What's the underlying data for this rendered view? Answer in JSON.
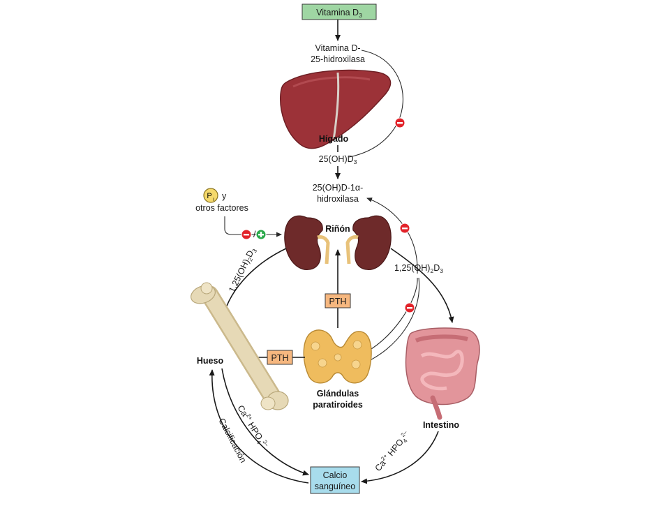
{
  "top_box": {
    "label": "Vitamina D",
    "sub": "3"
  },
  "liver": {
    "enzyme_line1": "Vitamina D-",
    "enzyme_line2": "25-hidroxilasa",
    "organ_label": "Hígado",
    "product_main": "25(OH)D",
    "product_sub": "3"
  },
  "kidney": {
    "enzyme_line1": "25(OH)D-1α-",
    "enzyme_line2": "hidroxilasa",
    "organ_label": "Riñón",
    "modulator_pi_main": "P",
    "modulator_pi_sub": "i",
    "modulator_y": "y",
    "modulator_line2": "otros factores"
  },
  "calcitriol_left": {
    "a": "1,25(OH)",
    "b": "2",
    "c": "D",
    "d": "3"
  },
  "calcitriol_right": {
    "a": "1,25(OH)",
    "b": "2",
    "c": "D",
    "d": "3"
  },
  "pth_upper": "PTH",
  "pth_left": "PTH",
  "parathyroid": {
    "line1": "Glándulas",
    "line2": "paratiroides"
  },
  "bone_label": "Hueso",
  "intestine_label": "Intestino",
  "blood_box": {
    "line1": "Calcio",
    "line2": "sanguíneo"
  },
  "bone_ions": {
    "ca": "Ca",
    "ca_sup": "2+",
    "hpo": "HPO",
    "hpo_sub": "4",
    "hpo_sup": "2–"
  },
  "calcification_label": "Calcificación",
  "intestine_ions": {
    "ca": "Ca",
    "ca_sup": "2+",
    "hpo": "HPO",
    "hpo_sub": "4",
    "hpo_sup": "2–"
  },
  "colors": {
    "top_box_fill": "#9fd6a3",
    "pth_fill": "#f6b77f",
    "blood_fill": "#a8dcec",
    "inhibit": "#e2232a",
    "stimulate": "#2aa84a",
    "liver": "#9c3238",
    "kidney": "#6e2a2a",
    "bone": "#e6d9b6",
    "gland": "#efbc5e",
    "intestine": "#e2959b"
  },
  "icons": [
    "inhibit-icon",
    "stimulate-icon",
    "liver-icon",
    "kidney-icon",
    "bone-icon",
    "parathyroid-icon",
    "intestine-icon"
  ]
}
